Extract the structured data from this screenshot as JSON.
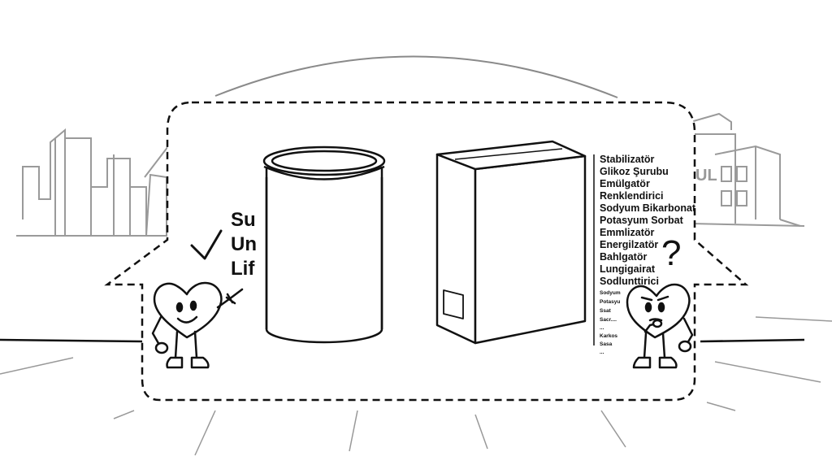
{
  "left_labels": [
    "Su",
    "Un",
    "Lif"
  ],
  "ingredients_large": [
    "Stabilizatör",
    "Glikoz Şurubu",
    "Emülgatör",
    "Renklendirici",
    "Sodyum Bikarbonat",
    "Potasyum Sorbat",
    "Emmlizatör",
    "Energilzatör",
    "Bahlgatör",
    "Lungigairat",
    "Sodlunttirici"
  ],
  "ingredients_small": [
    "Sodyum",
    "Potasyu",
    "Ssat",
    "Sacr....",
    "...",
    "Karkos",
    "Sasa",
    "..."
  ],
  "background_sign": "UL",
  "question_mark": "?"
}
